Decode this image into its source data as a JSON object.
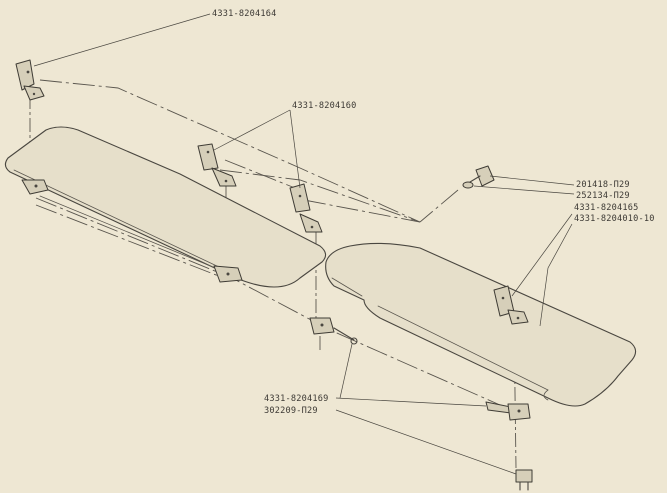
{
  "callouts": {
    "bracket_top_left": "4331-8204164",
    "bracket_middle": "4331-8204160",
    "screw": "201418-П29",
    "washer": "252134-П29",
    "bracket_right": "4331-8204165",
    "visor_right": "4331-8204010-10",
    "clip_lower": "4331-8204169",
    "screw_lower": "302209-П29"
  }
}
